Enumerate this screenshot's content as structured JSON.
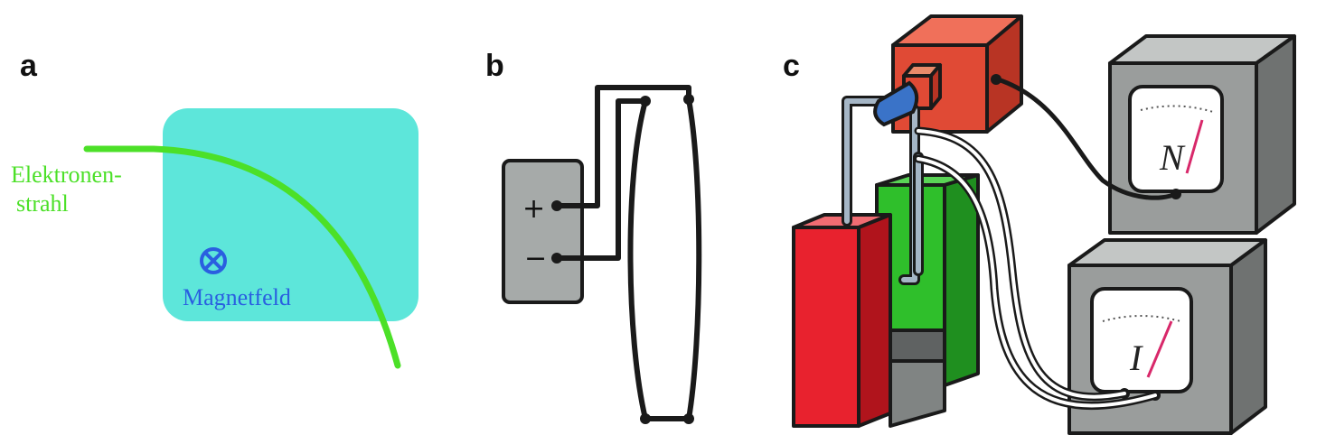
{
  "panels": {
    "a": {
      "label": "a",
      "beam_label_line1": "Elektronen-",
      "beam_label_line2": "strahl",
      "field_label": "Magnetfeld",
      "field_symbol": "⊗"
    },
    "b": {
      "label": "b",
      "plus": "+",
      "minus": "−"
    },
    "c": {
      "label": "c",
      "meter_top_letter": "N",
      "meter_bottom_letter": "I"
    }
  },
  "colors": {
    "field_region": "#5de6da",
    "beam": "#4ce028",
    "field_text": "#2a5fe0",
    "battery": "#a6aaa9",
    "magnet_red": "#e8222e",
    "magnet_green": "#2fbf2b",
    "motor_red": "#e04a35",
    "meter_case": "#9a9d9c",
    "needle": "#d8286a",
    "coupling_blue": "#3a73c8",
    "rod_gray": "#a5b6c6"
  }
}
